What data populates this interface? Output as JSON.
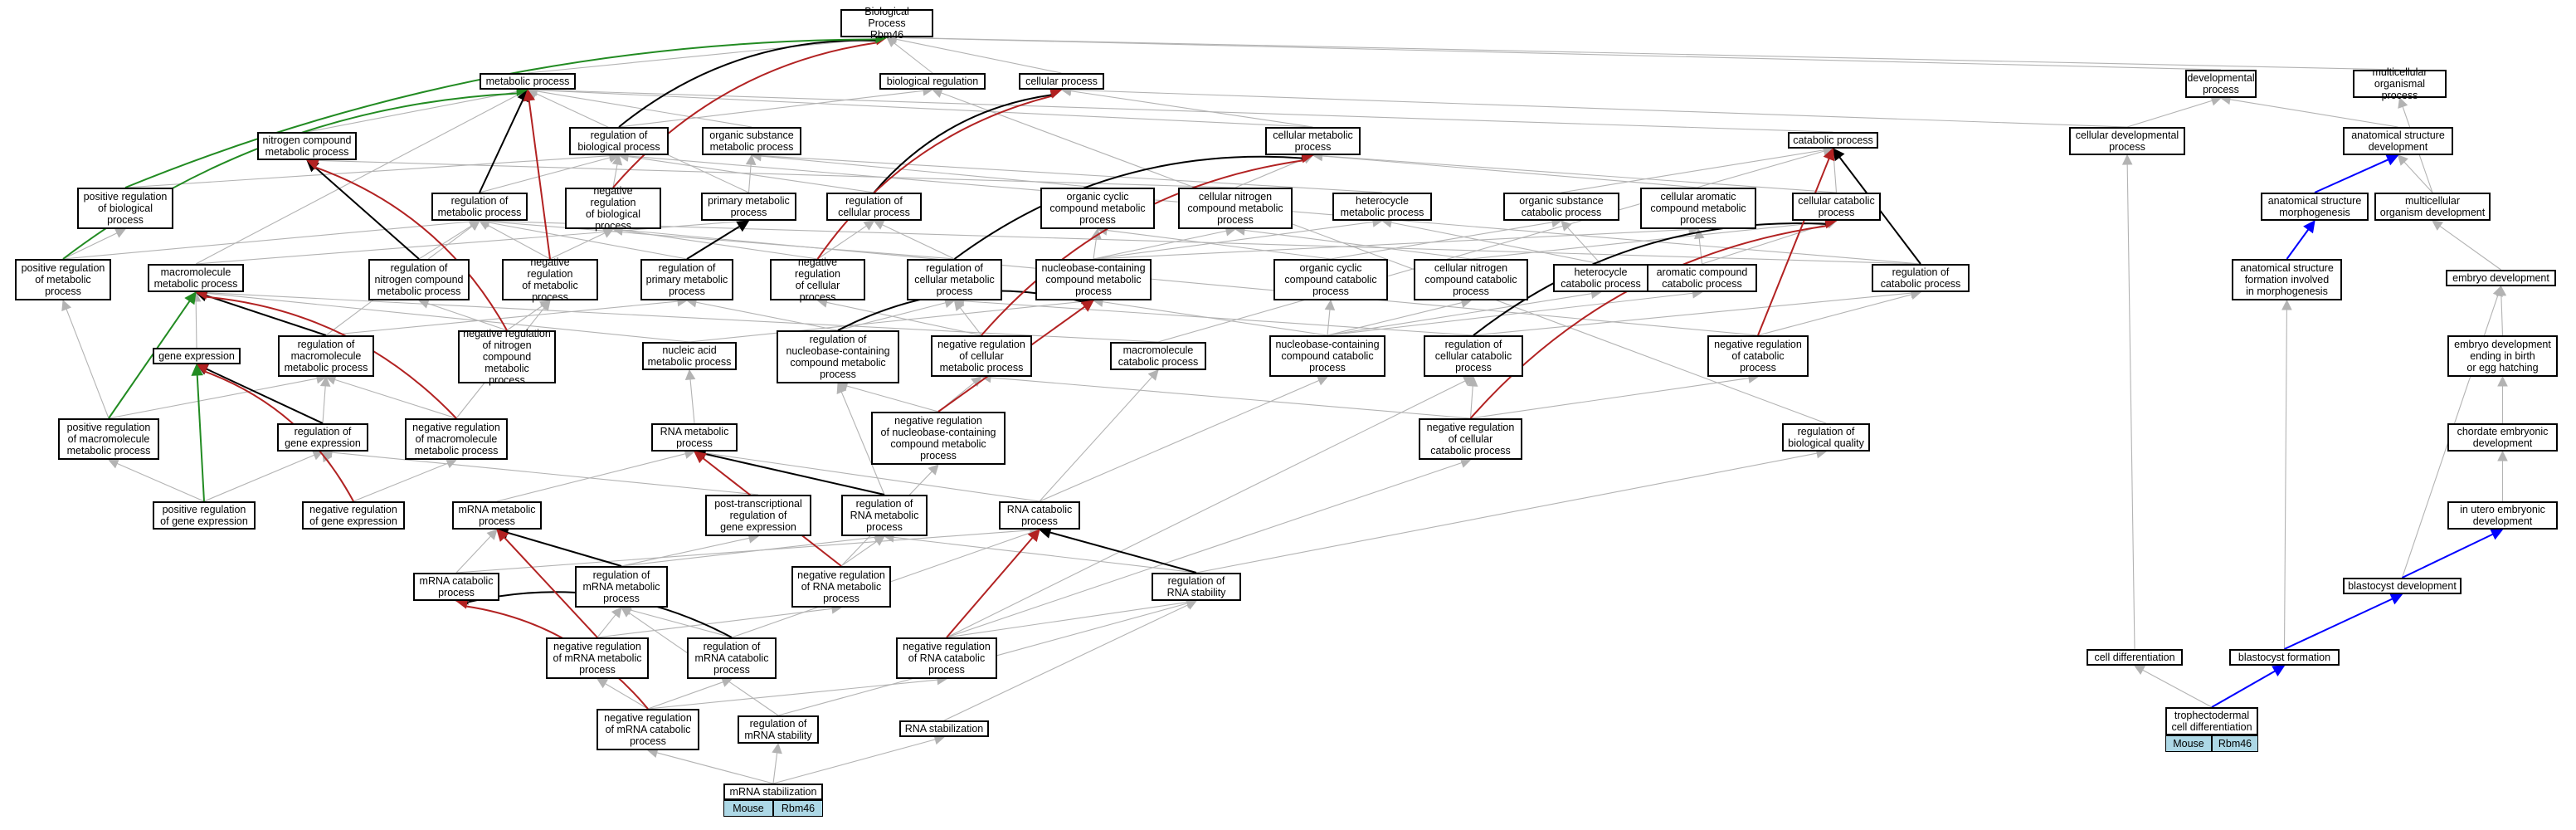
{
  "nodes": {
    "bp": "Biological Process\nRbm46",
    "mp": "metabolic process",
    "br": "biological regulation",
    "cp": "cellular process",
    "dp": "developmental\nprocess",
    "mop": "multicellular\norganismal process",
    "ncmp": "nitrogen compound\nmetabolic process",
    "rbp": "regulation of\nbiological process",
    "osmp": "organic substance\nmetabolic process",
    "cmp": "cellular metabolic\nprocess",
    "catp": "catabolic process",
    "cdp": "cellular developmental\nprocess",
    "asd": "anatomical structure\ndevelopment",
    "prbp": "positive regulation\nof biological\nprocess",
    "rmp": "regulation of\nmetabolic process",
    "nrbp": "negative regulation\nof biological\nprocess",
    "pmp": "primary metabolic\nprocess",
    "rcp": "regulation of\ncellular process",
    "occmp": "organic cyclic\ncompound metabolic\nprocess",
    "cncmp": "cellular nitrogen\ncompound metabolic\nprocess",
    "hmp": "heterocycle\nmetabolic process",
    "oscp": "organic substance\ncatabolic process",
    "cacmp": "cellular aromatic\ncompound metabolic\nprocess",
    "ccp": "cellular catabolic\nprocess",
    "asm": "anatomical structure\nmorphogenesis",
    "mod": "multicellular\norganism development",
    "prmp": "positive regulation\nof metabolic\nprocess",
    "mmp": "macromolecule\nmetabolic process",
    "rncmp": "regulation of\nnitrogen compound\nmetabolic process",
    "nrmp": "negative regulation\nof metabolic\nprocess",
    "rpmp": "regulation of\nprimary metabolic\nprocess",
    "nrcp": "negative regulation\nof cellular\nprocess",
    "rcmp": "regulation of\ncellular metabolic\nprocess",
    "nbcmp": "nucleobase-containing\ncompound metabolic\nprocess",
    "occcp": "organic cyclic\ncompound catabolic\nprocess",
    "cnccp": "cellular nitrogen\ncompound catabolic\nprocess",
    "hcp": "heterocycle\ncatabolic process",
    "accp": "aromatic compound\ncatabolic process",
    "rcatp": "regulation of\ncatabolic process",
    "asfm": "anatomical structure\nformation involved\nin morphogenesis",
    "ed": "embryo development",
    "ge": "gene expression",
    "rmmp": "regulation of\nmacromolecule\nmetabolic process",
    "nrncmp": "negative regulation\nof nitrogen\ncompound metabolic\nprocess",
    "namp": "nucleic acid\nmetabolic process",
    "rnbcmp": "regulation of\nnucleobase-containing\ncompound metabolic\nprocess",
    "nrcmp": "negative regulation\nof cellular\nmetabolic process",
    "mcp": "macromolecule\ncatabolic process",
    "nbccp": "nucleobase-containing\ncompound catabolic\nprocess",
    "rccp": "regulation of\ncellular catabolic\nprocess",
    "nrcatp": "negative regulation\nof catabolic\nprocess",
    "edeb": "embryo development\nending in birth\nor egg hatching",
    "prmmp": "positive regulation\nof macromolecule\nmetabolic process",
    "rge": "regulation of\ngene expression",
    "nrmmp": "negative regulation\nof macromolecule\nmetabolic process",
    "rnamp": "RNA metabolic\nprocess",
    "nrnbcmp": "negative regulation\nof nucleobase-containing\ncompound metabolic\nprocess",
    "nrccp": "negative regulation\nof cellular\ncatabolic process",
    "rbq": "regulation of\nbiological quality",
    "ced": "chordate embryonic\ndevelopment",
    "mrmp": "mRNA metabolic\nprocess",
    "ptrge": "post-transcriptional\nregulation of\ngene expression",
    "rrmp": "regulation of\nRNA metabolic\nprocess",
    "rcatp2": "RNA catabolic\nprocess",
    "prge": "positive regulation\nof gene expression",
    "nrge": "negative regulation\nof gene expression",
    "iued": "in utero embryonic\ndevelopment",
    "mrcp": "mRNA catabolic\nprocess",
    "rmrmp": "regulation of\nmRNA metabolic\nprocess",
    "nrrmp": "negative regulation\nof RNA metabolic\nprocess",
    "rrs": "regulation of\nRNA stability",
    "bd": "blastocyst development",
    "nrmrmp": "negative regulation\nof mRNA metabolic\nprocess",
    "rmrcp": "regulation of\nmRNA catabolic\nprocess",
    "nrrcp": "negative regulation\nof RNA catabolic\nprocess",
    "cd": "cell differentiation",
    "bf": "blastocyst formation",
    "nrmrcp": "negative regulation\nof mRNA catabolic\nprocess",
    "rms": "regulation of\nmRNA stability",
    "rs": "RNA stabilization",
    "tcd": "trophectodermal\ncell differentiation",
    "ms": "mRNA stabilization"
  },
  "tags": {
    "ms": [
      "Mouse",
      "Rbm46"
    ],
    "tcd": [
      "Mouse",
      "Rbm46"
    ]
  },
  "colors": {
    "is_a": "#b3b3b3",
    "part_of": "#000000",
    "negatively_regulates": "#b22222",
    "positively_regulates": "#228b22",
    "annotated": "#0000ff",
    "tag_fill": "#add8e6"
  }
}
